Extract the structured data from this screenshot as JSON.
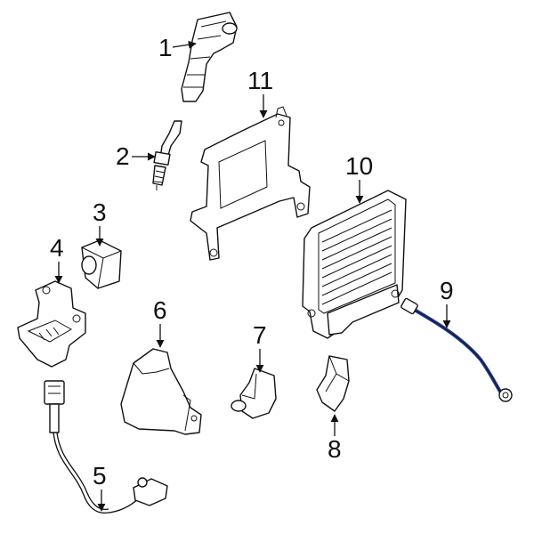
{
  "callouts": [
    {
      "id": "c1",
      "text": "1"
    },
    {
      "id": "c2",
      "text": "2"
    },
    {
      "id": "c3",
      "text": "3"
    },
    {
      "id": "c4",
      "text": "4"
    },
    {
      "id": "c5",
      "text": "5"
    },
    {
      "id": "c6",
      "text": "6"
    },
    {
      "id": "c7",
      "text": "7"
    },
    {
      "id": "c8",
      "text": "8"
    },
    {
      "id": "c9",
      "text": "9"
    },
    {
      "id": "c10",
      "text": "10"
    },
    {
      "id": "c11",
      "text": "11"
    }
  ],
  "colors": {
    "line": "#111111",
    "highlight": "#1f3a93",
    "background": "#ffffff"
  }
}
